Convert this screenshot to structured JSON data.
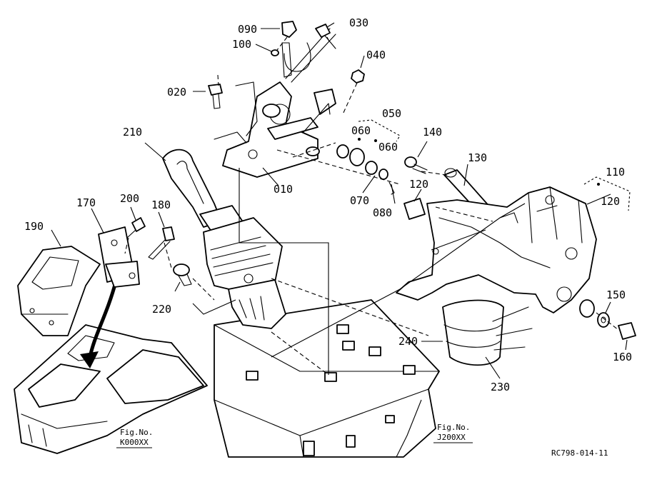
{
  "diagram": {
    "part_labels": [
      "090",
      "030",
      "100",
      "040",
      "020",
      "050",
      "060",
      "060",
      "140",
      "130",
      "110",
      "210",
      "010",
      "070",
      "080",
      "120",
      "120",
      "200",
      "170",
      "180",
      "190",
      "220",
      "150",
      "240",
      "160",
      "230"
    ],
    "fig_refs": [
      {
        "title": "Fig.No.",
        "code": "K000XX"
      },
      {
        "title": "Fig.No.",
        "code": "J200XX"
      }
    ],
    "drawing_code": "RC798-014-11"
  }
}
